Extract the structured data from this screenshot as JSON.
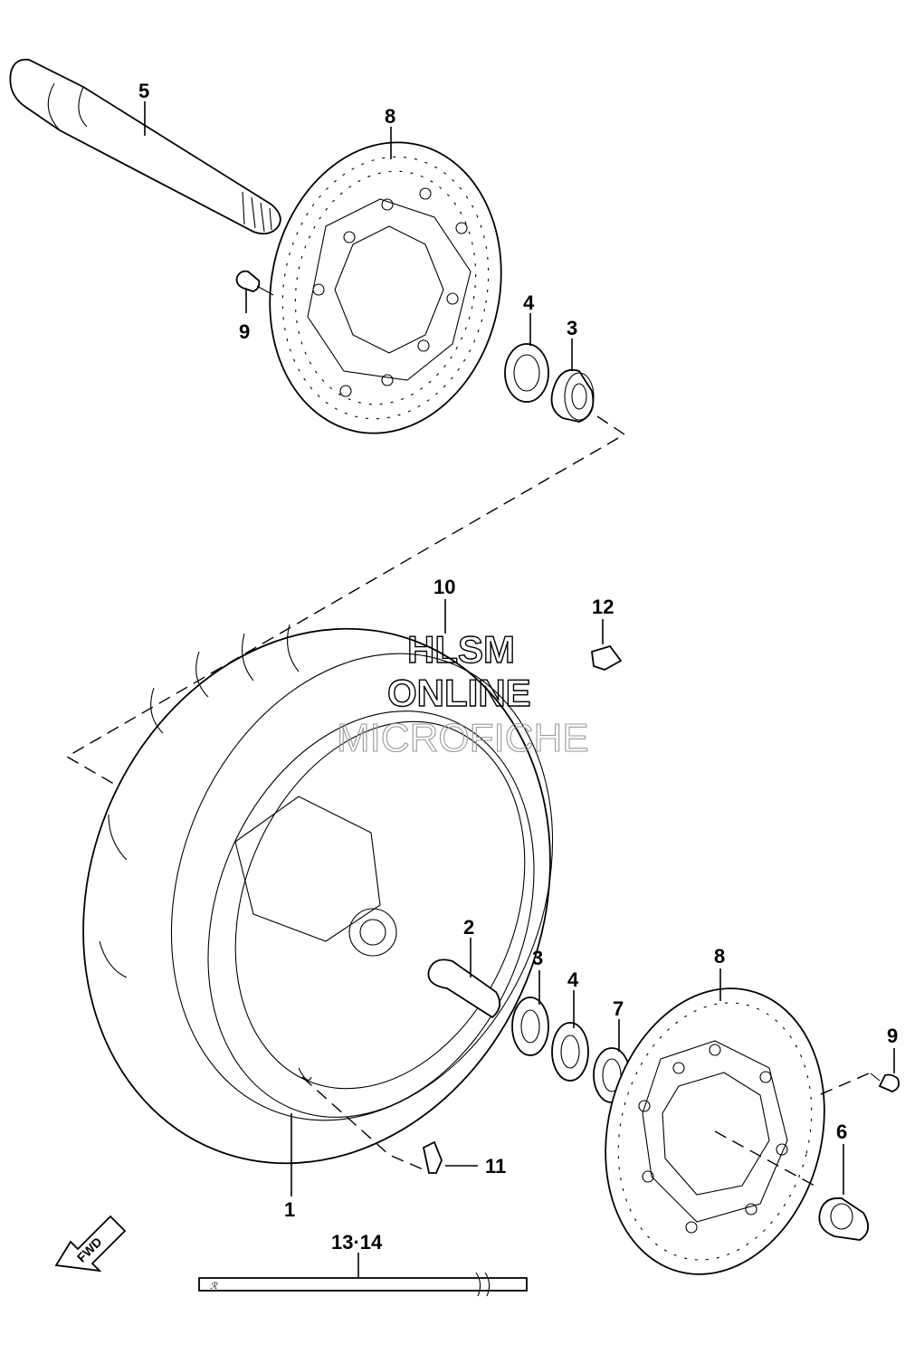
{
  "watermark": {
    "line1": "HLSM",
    "line2": "ONLINE",
    "line3": "MICROFICHE"
  },
  "callouts": [
    "1",
    "2",
    "3",
    "4",
    "5",
    "6",
    "7",
    "8",
    "9",
    "10",
    "11",
    "12",
    "13·14",
    "3",
    "4",
    "8",
    "9"
  ],
  "labels": {
    "axle": "5",
    "disc_top": "8",
    "bolt_top": "9",
    "bearing_top_4": "4",
    "bearing_top_3": "3",
    "tire": "10",
    "clip": "12",
    "spacer": "2",
    "bearing_bot_3": "3",
    "seal_bot_4": "4",
    "seal_7": "7",
    "disc_bot": "8",
    "bolt_bot": "9",
    "collar": "6",
    "valve": "11",
    "wheel": "1",
    "decal": "13·14"
  },
  "fwd_arrow": "FWD"
}
